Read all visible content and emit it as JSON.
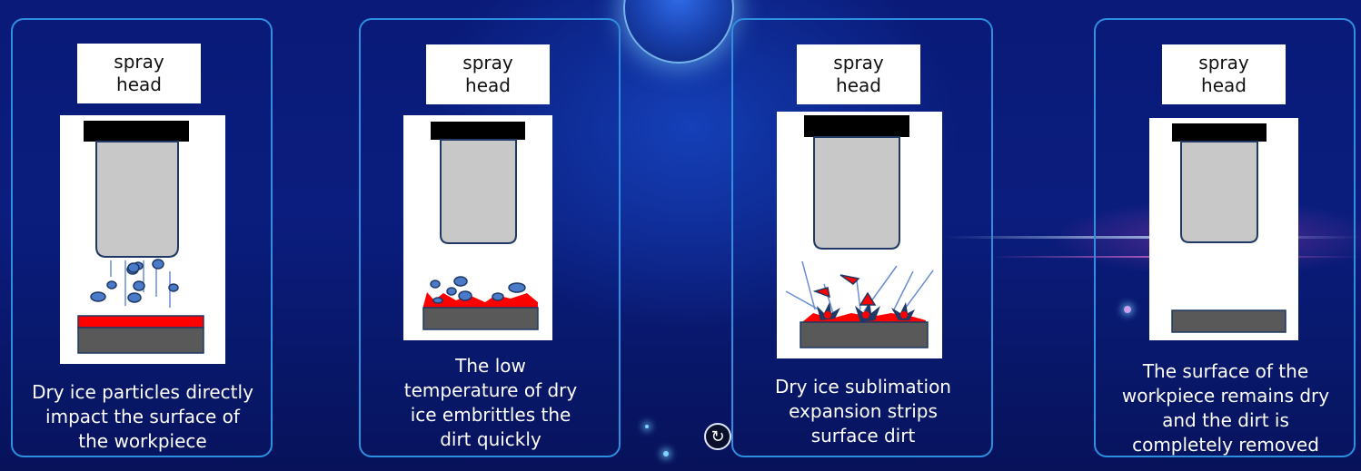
{
  "steps": [
    {
      "label_line1": "spray",
      "label_line2": "head",
      "caption_lines": [
        "Dry ice particles directly",
        "impact the surface of",
        "the workpiece"
      ]
    },
    {
      "label_line1": "spray",
      "label_line2": "head",
      "caption_lines": [
        "The low",
        "temperature of dry",
        "ice embrittles the",
        "dirt quickly"
      ]
    },
    {
      "label_line1": "spray",
      "label_line2": "head",
      "caption_lines": [
        "Dry ice sublimation",
        "expansion strips",
        "surface dirt"
      ]
    },
    {
      "label_line1": "spray",
      "label_line2": "head",
      "caption_lines": [
        "The surface of the",
        "workpiece remains dry",
        "and the dirt is",
        "completely removed"
      ]
    }
  ],
  "colors": {
    "panel_border": "#2d8fe0",
    "dirt": "#ff0000",
    "workpiece": "#595959",
    "nozzle_cap": "#000000",
    "nozzle_body": "#c8c8c8",
    "particle": "#4a7bc8"
  },
  "icons": {
    "refresh": "refresh-icon"
  }
}
